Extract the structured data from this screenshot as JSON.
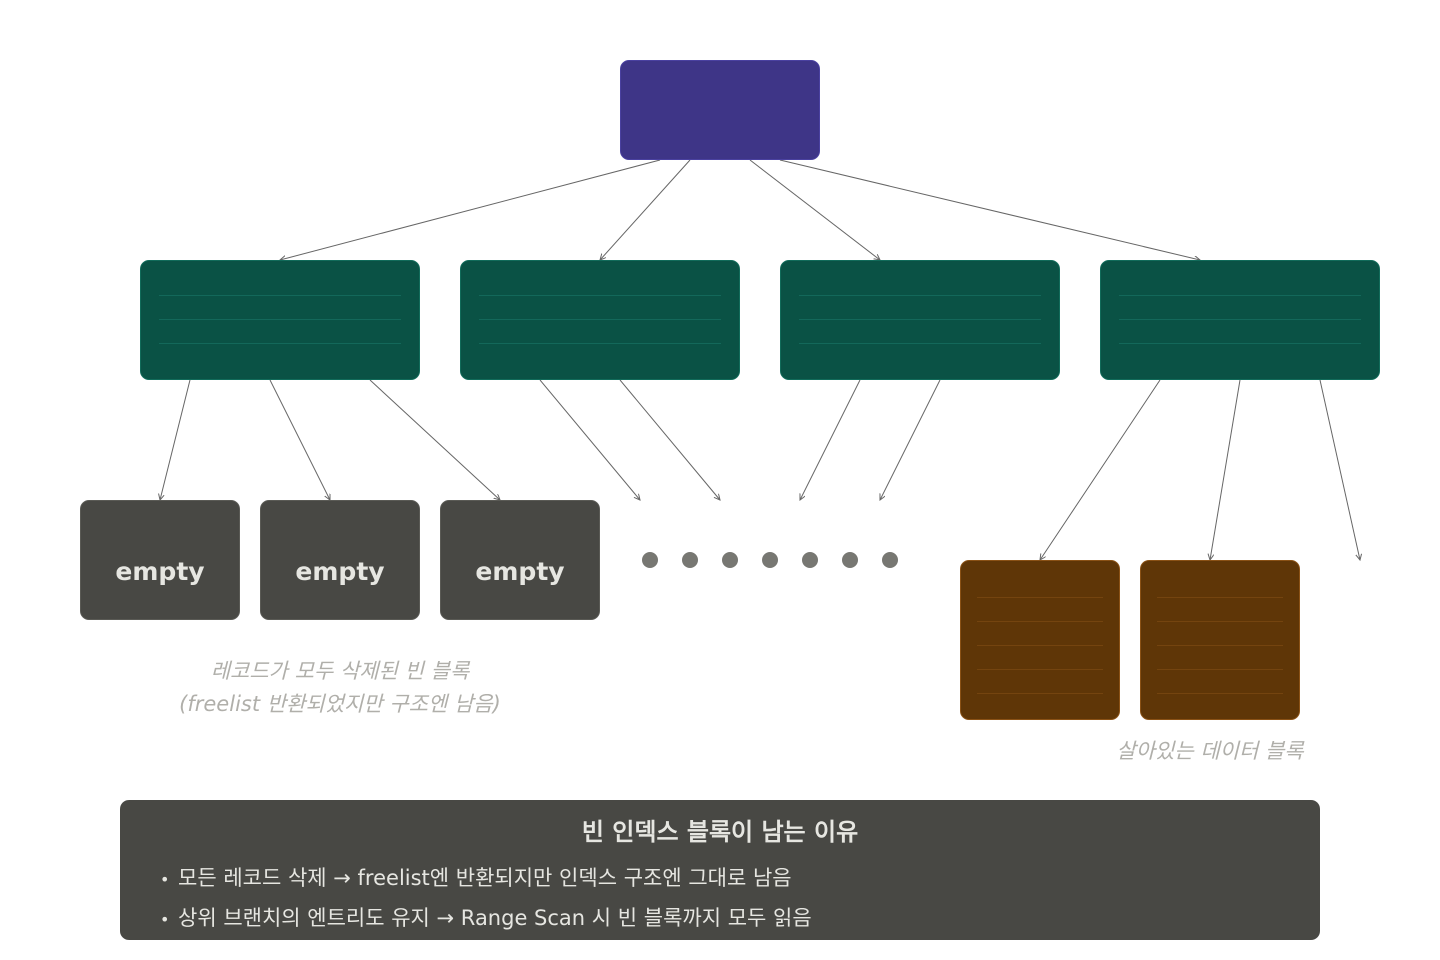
{
  "leaves": {
    "empty_labels": [
      "empty",
      "empty",
      "empty"
    ],
    "empty_caption_line1": "레코드가 모두 삭제된 빈 블록",
    "empty_caption_line2": "(freelist 반환되었지만 구조엔 남음)",
    "live_caption": "살아있는 데이터 블록"
  },
  "ellipsis_dots": 7,
  "panel": {
    "title": "빈 인덱스 블록이 남는 이유",
    "bullet_mark": "•",
    "items": [
      "모든 레코드 삭제 → freelist엔 반환되지만 인덱스 구조엔 그대로 남음",
      "상위 브랜치의 엔트리도 유지 → Range Scan 시 빈 블록까지 모두 읽음"
    ]
  },
  "colors": {
    "root": "#3e3587",
    "branch": "#0a5245",
    "empty_leaf": "#484844",
    "live_leaf": "#5f3607",
    "connector": "#666666",
    "panel": "#484844",
    "caption": "#b0afaa"
  }
}
